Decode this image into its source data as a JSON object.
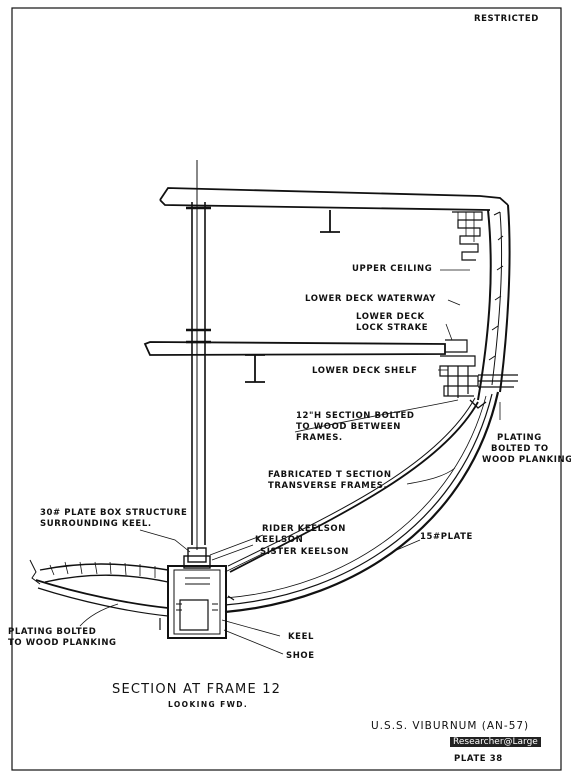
{
  "header": {
    "classification": "RESTRICTED"
  },
  "labels": {
    "upper_ceiling": "UPPER CEILING",
    "lower_deck_waterway": "LOWER DECK WATERWAY",
    "lower_deck_lock_strake_1": "LOWER DECK",
    "lower_deck_lock_strake_2": "LOCK STRAKE",
    "lower_deck_shelf": "LOWER DECK SHELF",
    "h_section_1": "12\"H SECTION BOLTED",
    "h_section_2": "TO WOOD BETWEEN",
    "h_section_3": "FRAMES.",
    "plating_right_1": "PLATING",
    "plating_right_2": "BOLTED TO",
    "plating_right_3": "WOOD PLANKING",
    "tsection_1": "FABRICATED T SECTION",
    "tsection_2": "TRANSVERSE FRAMES.",
    "box_1": "30# PLATE BOX STRUCTURE",
    "box_2": "SURROUNDING KEEL.",
    "rider_keelson": "RIDER KEELSON",
    "keelson": "KEELSON",
    "sister_keelson": "SISTER KEELSON",
    "plate15": "15#PLATE",
    "plating_left_1": "PLATING BOLTED",
    "plating_left_2": "TO WOOD PLANKING",
    "keel": "KEEL",
    "shoe": "SHOE"
  },
  "title": {
    "main": "SECTION AT FRAME 12",
    "sub": "LOOKING FWD."
  },
  "footer": {
    "vessel": "U.S.S. VIBURNUM (AN-57)",
    "plate": "PLATE 38",
    "watermark": "Researcher@Large"
  }
}
